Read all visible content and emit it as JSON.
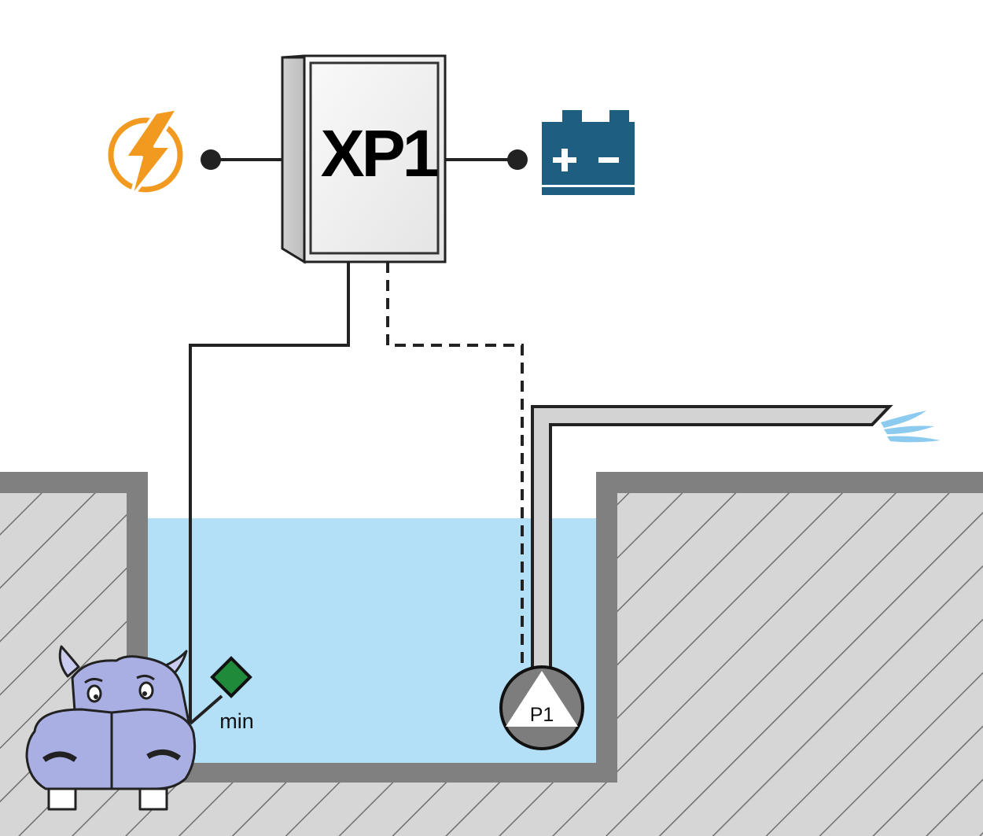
{
  "controller": {
    "label": "XP1"
  },
  "level_sensor": {
    "label": "min"
  },
  "pump": {
    "label": "P1"
  },
  "icons": {
    "power": "lightning-bolt-icon",
    "battery": "battery-icon",
    "mascot": "hippo-mascot-icon"
  },
  "colors": {
    "water": "#b3dff7",
    "wall": "#7f7f7f",
    "ground": "#d6d6d6",
    "power_accent": "#f29a1f",
    "battery": "#1e5e80",
    "sensor": "#1f8a3a",
    "pump": "#7d7d7d",
    "mascot": "#a9aee3"
  }
}
